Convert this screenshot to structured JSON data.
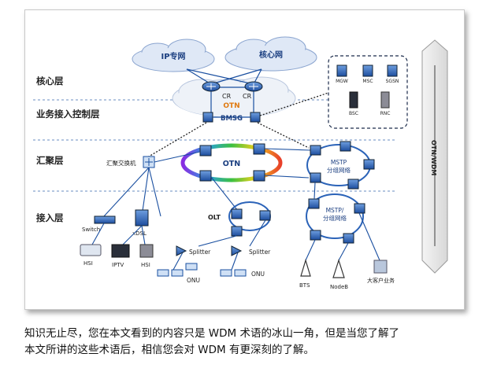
{
  "layers": {
    "core": "核心层",
    "service_control": "业务接入控制层",
    "aggregation": "汇聚层",
    "access": "接入层"
  },
  "clouds": {
    "ip_private": "IP专网",
    "core_net": "核心网"
  },
  "nodes": {
    "cr_left": "CR",
    "cr_right": "CR",
    "otn_top": "OTN",
    "bmsg": "BMSG",
    "agg_switch": "汇聚交换机",
    "otn_ring": "OTN",
    "mstp_upper_1": "MSTP",
    "mstp_upper_2": "分组网络",
    "mstp_lower_1": "MSTP/",
    "mstp_lower_2": "分组网络",
    "olt": "OLT",
    "switch": "Switch",
    "xdsl": "xDSL",
    "hsi_left": "HSI",
    "iptv": "IPTV",
    "hsi_mid": "HSI",
    "splitter_left": "Splitter",
    "splitter_right": "Splitter",
    "onu_left": "ONU",
    "onu_right": "ONU",
    "bts": "BTS",
    "nodeb": "NodeB",
    "enterprise": "大客户业务"
  },
  "core_box": {
    "mgw": "MGW",
    "msc": "MSC",
    "sgsn": "SGSN",
    "bsc": "BSC",
    "rnc": "RNC"
  },
  "side_bar_label": "OTN/WDM",
  "caption": {
    "line1": "知识无止尽，您在本文看到的内容只是 WDM 术语的冰山一角，但是当您了解了",
    "line2": "本文所讲的这些术语后，相信您会对 WDM 有更深刻的了解。"
  },
  "colors": {
    "link": "#1a4fa0",
    "device": "#2b63b8",
    "cloud_fill": "#e7eef8",
    "otn_label": "#e07a10"
  }
}
